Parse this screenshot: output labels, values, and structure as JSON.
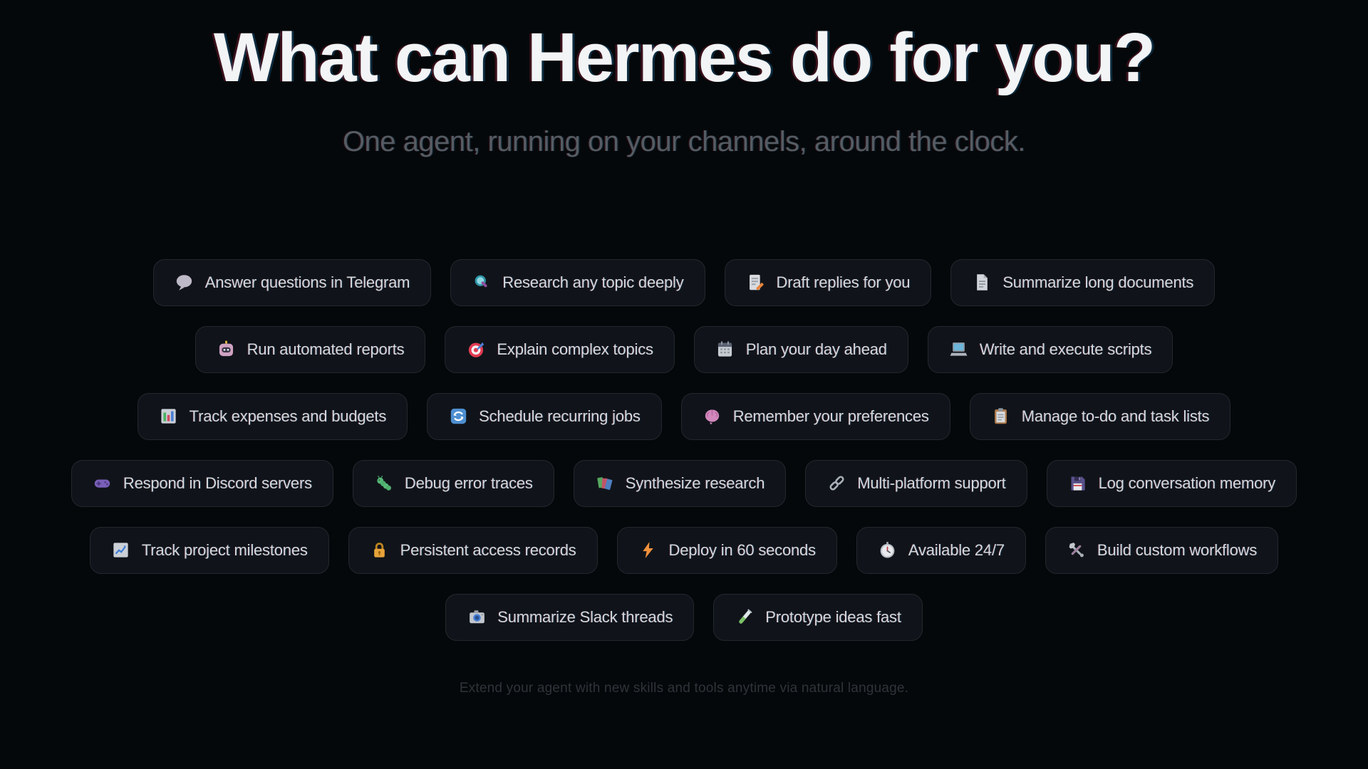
{
  "hero": {
    "title": "What can Hermes do for you?",
    "subtitle": "One agent, running on your channels, around the clock."
  },
  "footnote": "Extend your agent with new skills and tools anytime via natural language.",
  "colors": {
    "page_bg": "#05080a",
    "chip_bg": "#10141a",
    "chip_border": "#23282e",
    "chip_text": "#d5d8dc",
    "title": "#f2f4f5",
    "subtitle": "#565c63",
    "footnote": "#2e343a"
  },
  "capabilities": {
    "rows": [
      [
        {
          "icon": "speech-balloon",
          "label": "Answer questions in Telegram"
        },
        {
          "icon": "magnifying-glass",
          "label": "Research any topic deeply"
        },
        {
          "icon": "memo",
          "label": "Draft replies for you"
        },
        {
          "icon": "page-facing-up",
          "label": "Summarize long documents"
        }
      ],
      [
        {
          "icon": "robot",
          "label": "Run automated reports"
        },
        {
          "icon": "direct-hit",
          "label": "Explain complex topics"
        },
        {
          "icon": "calendar",
          "label": "Plan your day ahead"
        },
        {
          "icon": "laptop",
          "label": "Write and execute scripts"
        }
      ],
      [
        {
          "icon": "bar-chart",
          "label": "Track expenses and budgets"
        },
        {
          "icon": "counterclockwise-arrows",
          "label": "Schedule recurring jobs"
        },
        {
          "icon": "brain",
          "label": "Remember your preferences"
        },
        {
          "icon": "clipboard",
          "label": "Manage to-do and task lists"
        }
      ],
      [
        {
          "icon": "game-controller",
          "label": "Respond in Discord servers"
        },
        {
          "icon": "bug",
          "label": "Debug error traces"
        },
        {
          "icon": "books",
          "label": "Synthesize research"
        },
        {
          "icon": "link",
          "label": "Multi-platform support"
        },
        {
          "icon": "floppy-disk",
          "label": "Log conversation memory"
        }
      ],
      [
        {
          "icon": "chart-increasing",
          "label": "Track project milestones"
        },
        {
          "icon": "lock",
          "label": "Persistent access records"
        },
        {
          "icon": "high-voltage",
          "label": "Deploy in 60 seconds"
        },
        {
          "icon": "clock",
          "label": "Available 24/7"
        },
        {
          "icon": "hammer-and-wrench",
          "label": "Build custom workflows"
        }
      ],
      [
        {
          "icon": "camera",
          "label": "Summarize Slack threads"
        },
        {
          "icon": "test-tube",
          "label": "Prototype ideas fast"
        }
      ]
    ]
  }
}
